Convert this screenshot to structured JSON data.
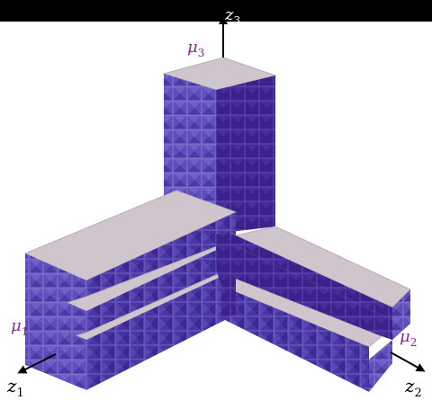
{
  "axes": {
    "z1": {
      "name": "z",
      "sub": "1"
    },
    "z2": {
      "name": "z",
      "sub": "2"
    },
    "z3": {
      "name": "z",
      "sub": "3"
    }
  },
  "partitions": {
    "mu1": {
      "name": "μ",
      "sub": "1"
    },
    "mu2": {
      "name": "μ",
      "sub": "2"
    },
    "mu3": {
      "name": "μ",
      "sub": "3"
    }
  },
  "colors": {
    "top_face": "#cfc5cc",
    "front_face": "#5e4dbb",
    "side_face": "#4a35a3",
    "dark_face": "#3b2189",
    "cube_edge": "#8a80d8",
    "grid_line": "#9d95e0",
    "partition_label": "#8a2a8f",
    "axis": "#000000",
    "banner": "#000000"
  }
}
